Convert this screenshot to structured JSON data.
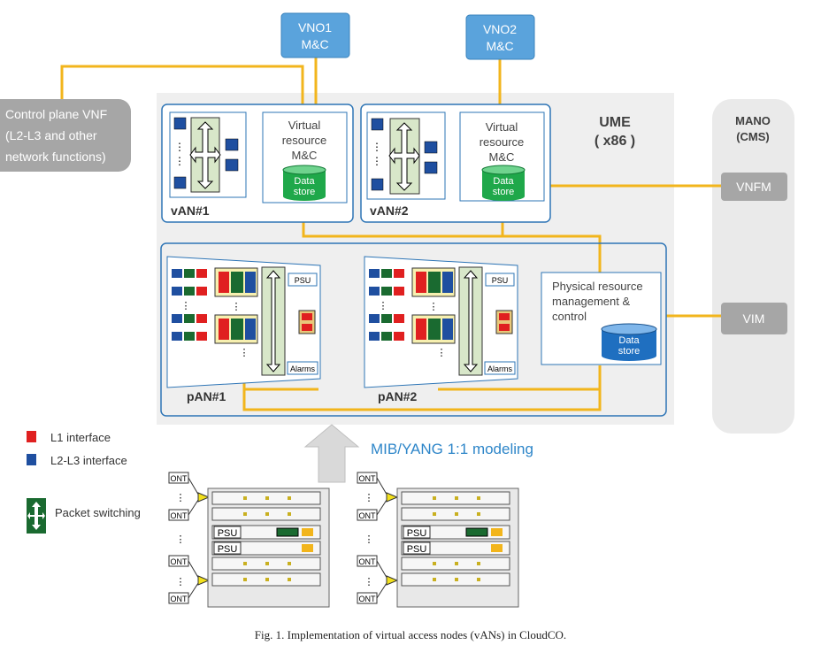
{
  "diagram": {
    "vno1": {
      "line1": "VNO1",
      "line2": "M&C"
    },
    "vno2": {
      "line1": "VNO2",
      "line2": "M&C"
    },
    "control_plane": {
      "line1": "Control plane VNF",
      "line2": "(L2-L3 and other",
      "line3": "network functions)"
    },
    "ume": {
      "line1": "UME",
      "line2": "( x86 )"
    },
    "mano": {
      "line1": "MANO",
      "line2": "(CMS)"
    },
    "vnfm": "VNFM",
    "vim": "VIM",
    "van1": {
      "label": "vAN#1",
      "vr_line1": "Virtual",
      "vr_line2": "resource",
      "vr_line3": "M&C",
      "ds_line1": "Data",
      "ds_line2": "store"
    },
    "van2": {
      "label": "vAN#2",
      "vr_line1": "Virtual",
      "vr_line2": "resource",
      "vr_line3": "M&C",
      "ds_line1": "Data",
      "ds_line2": "store"
    },
    "pan1": {
      "label": "pAN#1",
      "psu": "PSU",
      "alarms": "Alarms"
    },
    "pan2": {
      "label": "pAN#2",
      "psu": "PSU",
      "alarms": "Alarms"
    },
    "physical": {
      "line1": "Physical resource",
      "line2": "management &",
      "line3": "control",
      "ds_line1": "Data",
      "ds_line2": "store"
    },
    "mib_label": "MIB/YANG 1:1 modeling",
    "legend": {
      "l1": "L1 interface",
      "l23": "L2-L3 interface",
      "switch": "Packet switching"
    },
    "hardware": {
      "ont": "ONT",
      "psu": "PSU"
    },
    "colors": {
      "orange": "#f2b51c",
      "blue_box": "#5aa3dc",
      "frame_blue": "#2e75b6",
      "gray_box": "#a6a6a6",
      "ume_bg": "#efefef",
      "l1_red": "#e02020",
      "l23_blue": "#1f4fa0",
      "store_green": "#1fa84a",
      "store_blue": "#1f6fc0"
    }
  },
  "caption": "Fig. 1. Implementation of virtual access nodes (vANs) in CloudCO."
}
